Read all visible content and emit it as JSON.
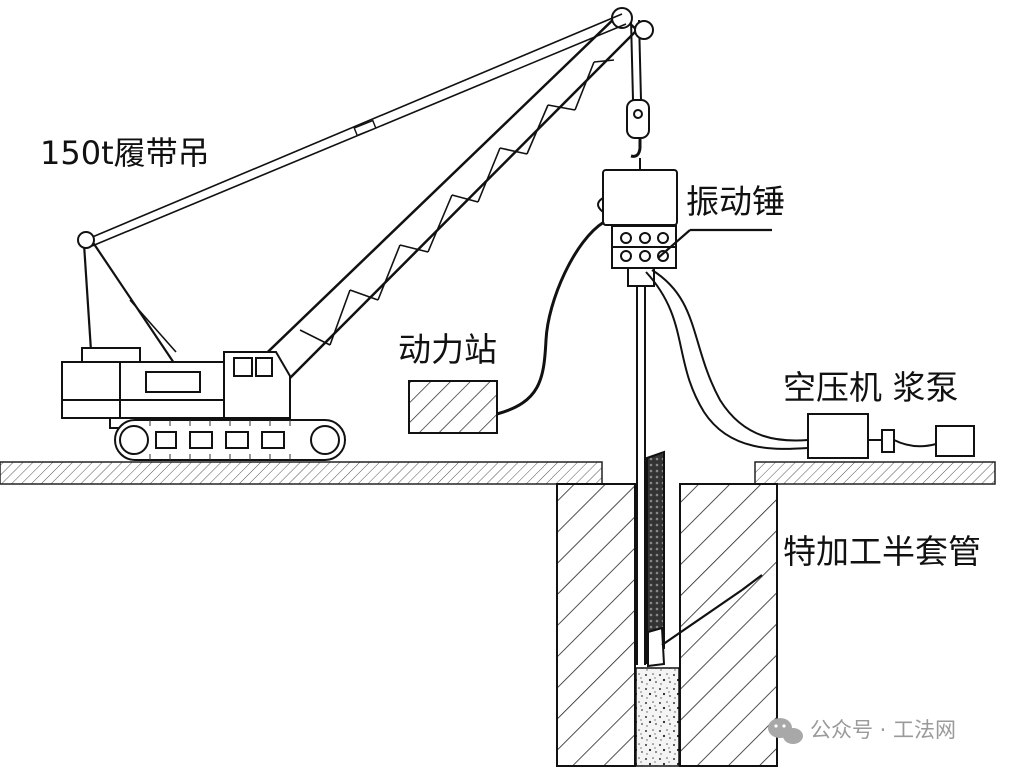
{
  "labels": {
    "crane": "150t履带吊",
    "hammer": "振动锤",
    "power_station": "动力站",
    "compressor_pump": "空压机 浆泵",
    "casing": "特加工半套管"
  },
  "watermark": {
    "text": "公众号 · 工法网"
  },
  "colors": {
    "line": "#111111",
    "ground_hatch": "#555555",
    "watermark": "#9a9a9a"
  }
}
